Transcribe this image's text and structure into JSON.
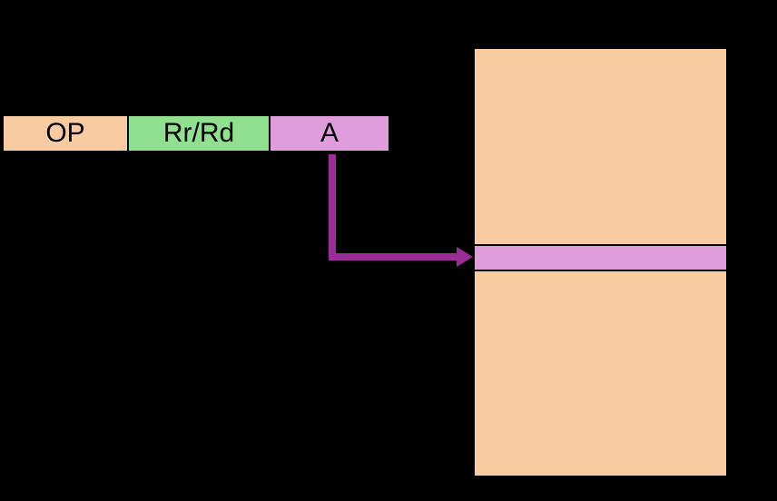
{
  "canvas": {
    "background": "#000000",
    "border_color": "#000000",
    "text_color": "#000000"
  },
  "instruction": {
    "fields": [
      {
        "label": "OP",
        "fill": "#F8CBA0"
      },
      {
        "label": "Rr/Rd",
        "fill": "#90E090"
      },
      {
        "label": "A",
        "fill": "#E09DDC"
      }
    ]
  },
  "memory": {
    "fill": "#F8CBA0",
    "highlighted_row_fill": "#E09DDC"
  },
  "arrow": {
    "color": "#9B2E96"
  }
}
